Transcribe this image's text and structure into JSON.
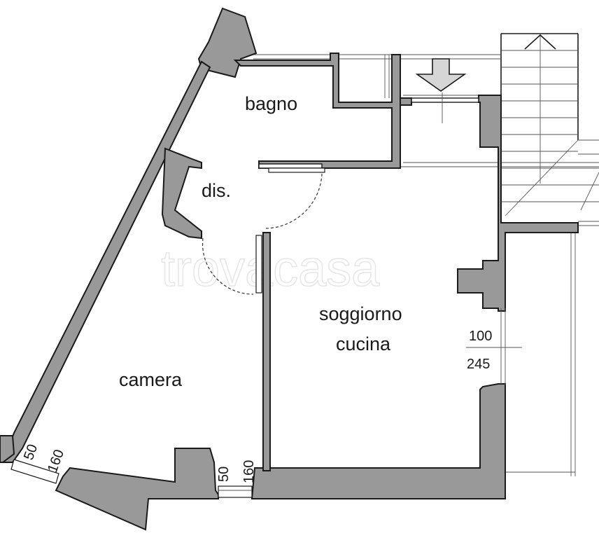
{
  "rooms": {
    "bagno": "bagno",
    "dis": "dis.",
    "soggiorno_line1": "soggiorno",
    "soggiorno_line2": "cucina",
    "camera": "camera"
  },
  "dimensions": {
    "window_east_top": "100",
    "window_east_bottom": "245",
    "window_sw_width": "50",
    "window_sw_height": "160",
    "window_s_width": "50",
    "window_s_height": "160"
  },
  "watermark": "trovacasa",
  "colors": {
    "wall_fill": "#999999",
    "line": "#1a1a1a",
    "background": "#ffffff"
  },
  "icons": {
    "entrance": "entrance-arrow-icon",
    "stair_direction": "stair-up-arrow-icon"
  }
}
